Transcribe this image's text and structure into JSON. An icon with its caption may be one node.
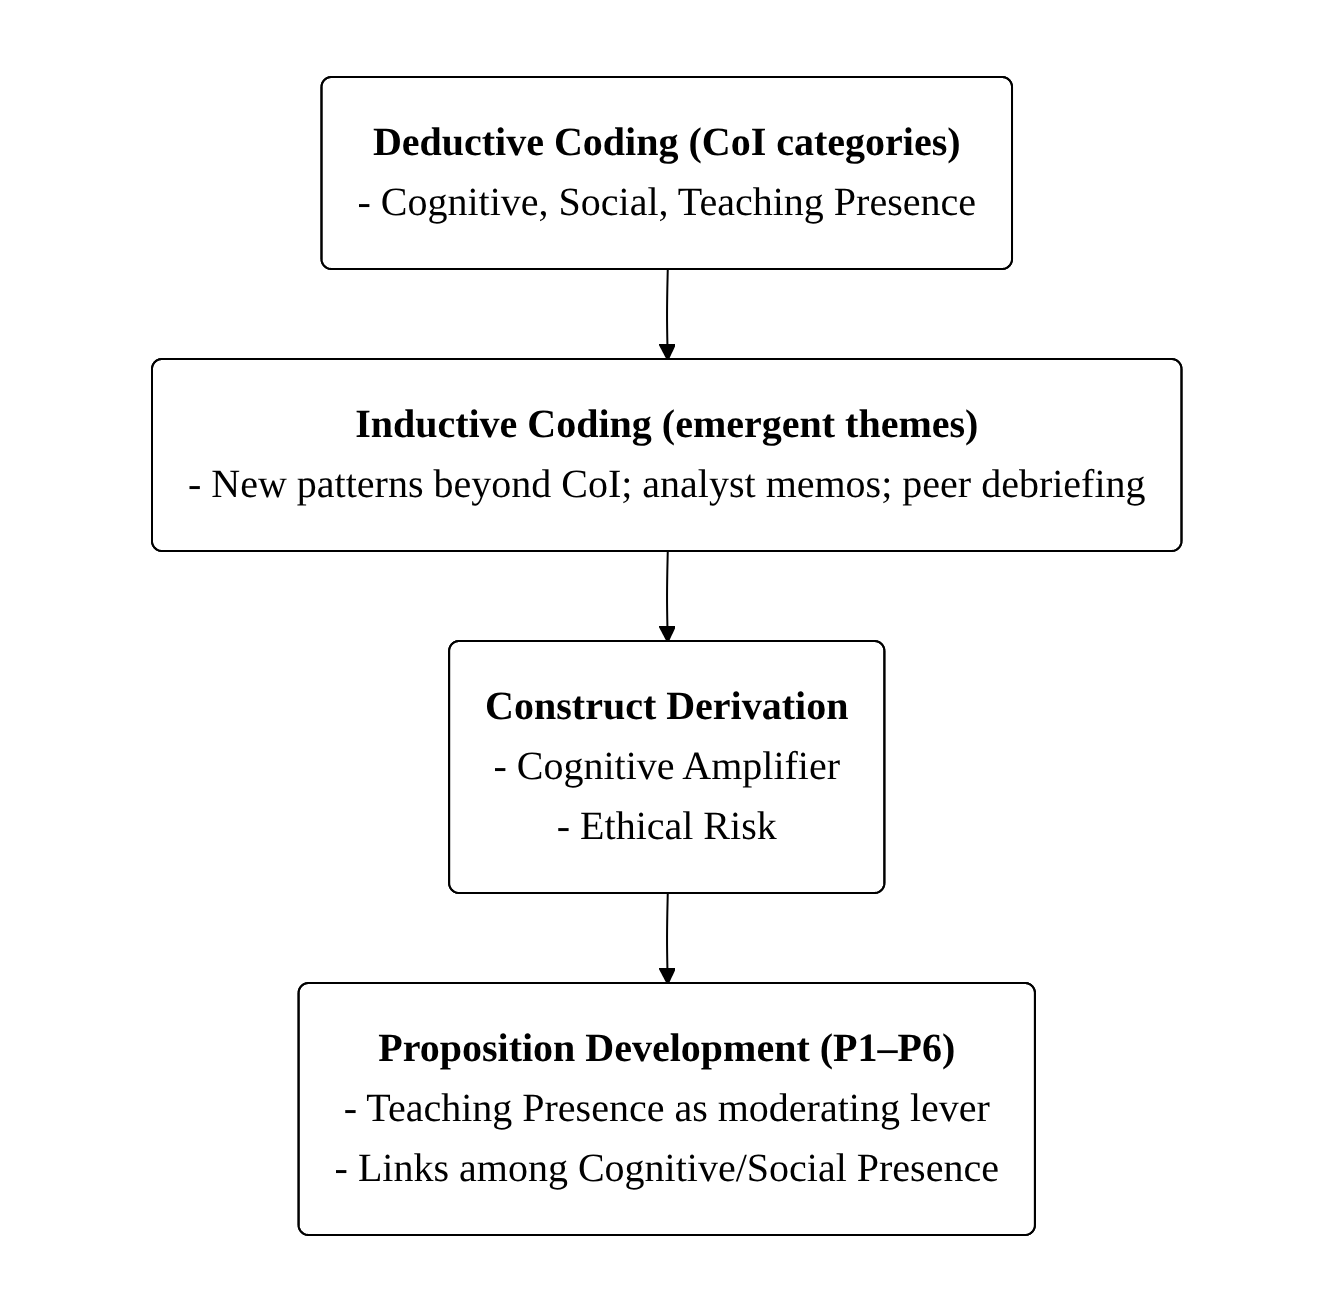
{
  "diagram": {
    "nodes": [
      {
        "text": [
          "Deductive Coding (CoI categories)",
          "- Cognitive, Social, Teaching Presence"
        ]
      },
      {
        "text": [
          "Inductive Coding (emergent themes)",
          "- New patterns beyond CoI; analyst memos; peer debriefing"
        ]
      },
      {
        "text": [
          "Construct Derivation",
          "- Cognitive Amplifier",
          "- Ethical Risk"
        ]
      },
      {
        "text": [
          "Proposition Development (P1–P6)",
          "- Teaching Presence as moderating lever",
          "- Links among Cognitive/Social Presence"
        ]
      }
    ],
    "edges": [
      {
        "from": 0,
        "to": 1,
        "arrow": "to"
      },
      {
        "from": 1,
        "to": 2,
        "arrow": "to"
      },
      {
        "from": 2,
        "to": 3,
        "arrow": "to"
      }
    ]
  }
}
